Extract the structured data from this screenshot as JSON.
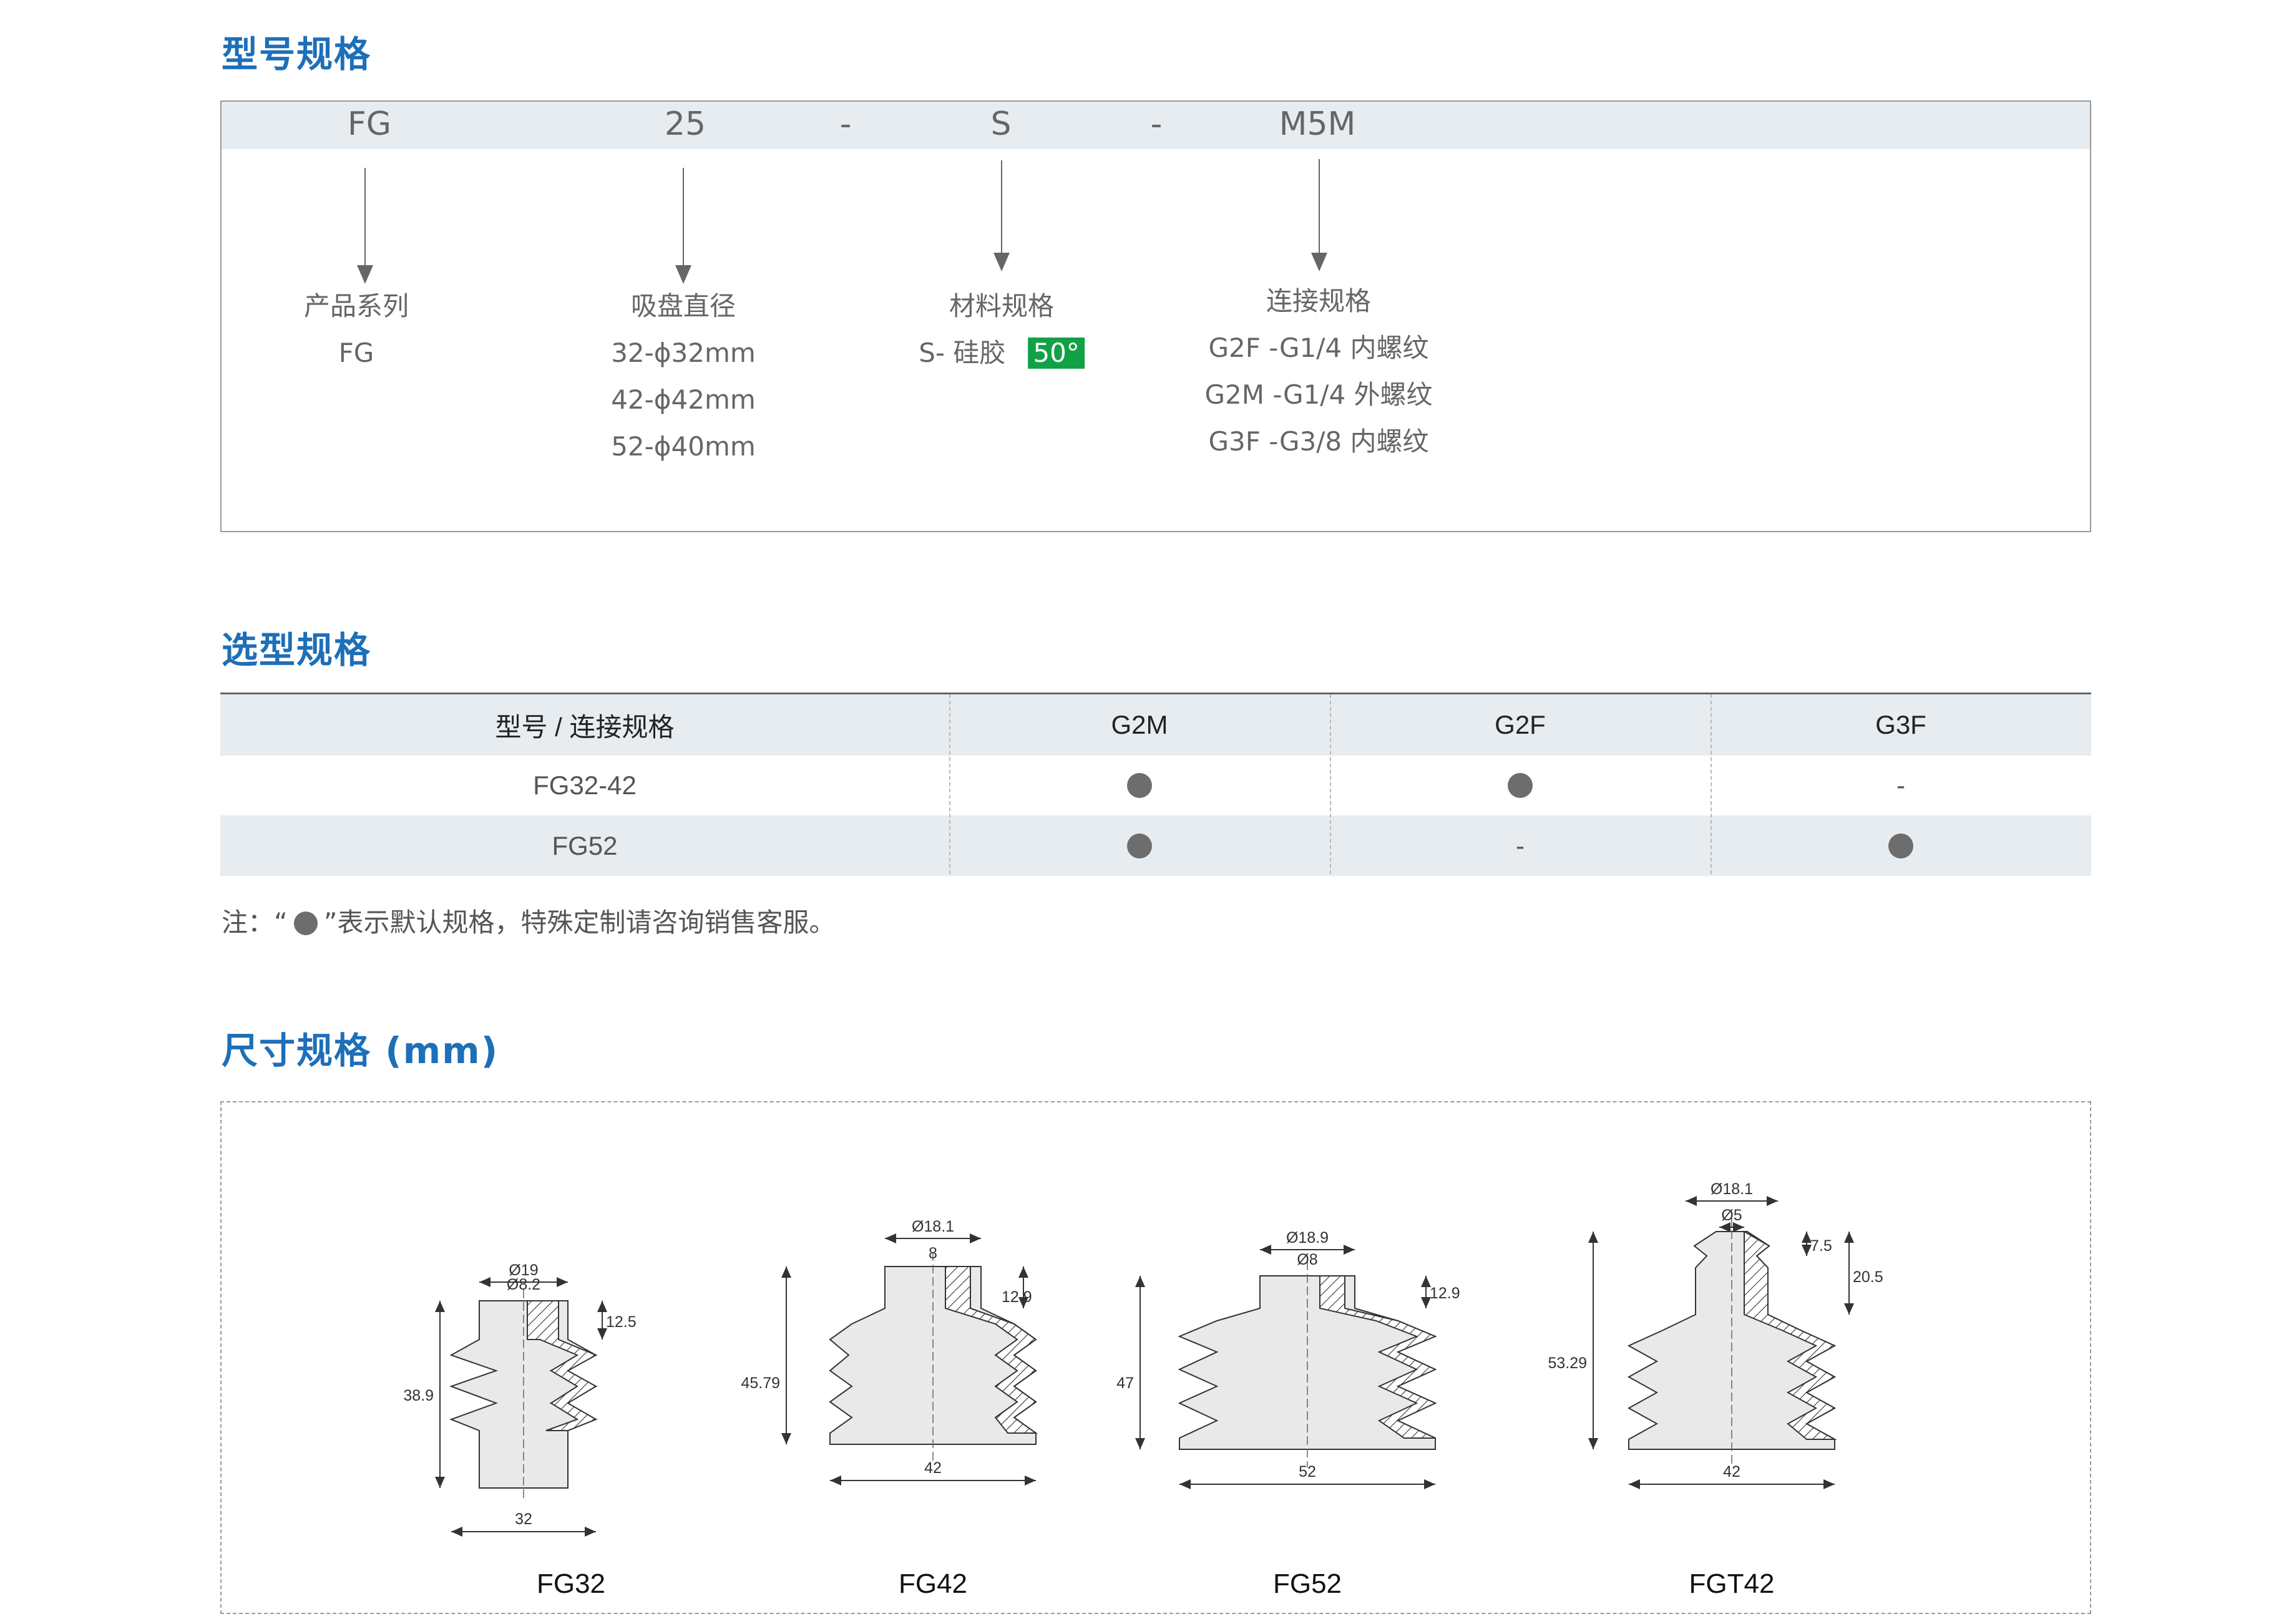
{
  "model_spec": {
    "title": "型号规格",
    "code": [
      {
        "text": "FG"
      },
      {
        "text": "25"
      },
      {
        "text": "-"
      },
      {
        "text": "S"
      },
      {
        "text": "-"
      },
      {
        "text": "M5M"
      }
    ],
    "series": {
      "heading": "产品系列",
      "items": [
        "FG"
      ]
    },
    "diameter": {
      "heading": "吸盘直径",
      "items": [
        "32-ϕ32mm",
        "42-ϕ42mm",
        "52-ϕ40mm"
      ]
    },
    "material": {
      "heading": "材料规格",
      "item": "S- 硅胶",
      "hardness_badge": "50°",
      "badge_color": "#12a146"
    },
    "connection": {
      "heading": "连接规格",
      "items": [
        "G2F -G1/4 内螺纹",
        "G2M -G1/4 外螺纹",
        "G3F -G3/8 内螺纹"
      ]
    }
  },
  "selection": {
    "title": "选型规格",
    "headers": [
      "型号 / 连接规格",
      "G2M",
      "G2F",
      "G3F"
    ],
    "rows": [
      {
        "model": "FG32-42",
        "G2M": "●",
        "G2F": "●",
        "G3F": "-"
      },
      {
        "model": "FG52",
        "G2M": "●",
        "G2F": "-",
        "G3F": "●"
      }
    ],
    "note_prefix": "注：“",
    "note_suffix": "”表示默认规格，特殊定制请咨询销售客服。"
  },
  "dimensions": {
    "title": "尺寸规格 (mm)",
    "models": [
      {
        "name": "FG32",
        "top_dia": "Ø19",
        "bore_dia": "Ø8.2",
        "height": "38.9",
        "top_height": "12.5",
        "width": "32"
      },
      {
        "name": "FG42",
        "top_dia": "Ø18.1",
        "bore_dia": "8",
        "height": "45.79",
        "top_height": "12.9",
        "width": "42"
      },
      {
        "name": "FG52",
        "top_dia": "Ø18.9",
        "bore_dia": "Ø8",
        "height": "47",
        "top_height": "12.9",
        "width": "52"
      },
      {
        "name": "FGT42",
        "top_dia": "Ø18.1",
        "bore_dia": "Ø5",
        "height": "53.29",
        "top_height": "20.5",
        "barb_height": "7.5",
        "width": "42"
      }
    ]
  },
  "colors": {
    "accent": "#1d6fb8",
    "header_bg": "#e7ecf0",
    "dot": "#6d6d6d"
  }
}
